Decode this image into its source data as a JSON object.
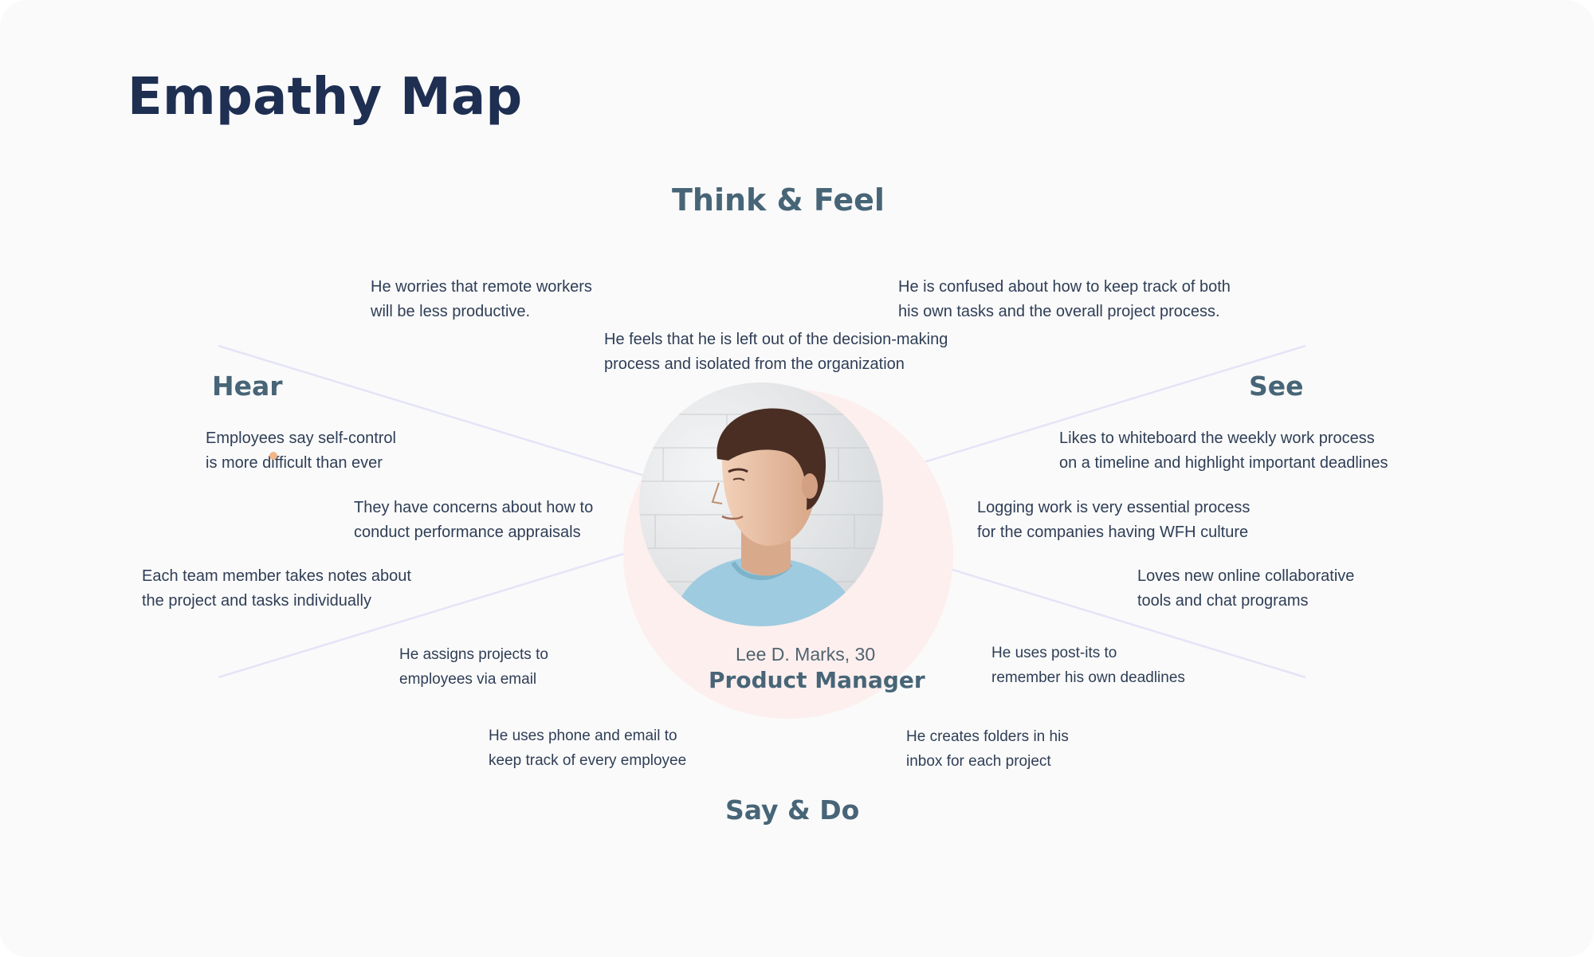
{
  "title": "Empathy Map",
  "sections": {
    "think_feel": "Think & Feel",
    "hear": "Hear",
    "see": "See",
    "say_do": "Say & Do"
  },
  "persona": {
    "name": "Lee D. Marks, 30",
    "role": "Product Manager"
  },
  "notes": {
    "think_feel": [
      "He worries that remote workers\nwill be less productive.",
      "He is confused about how to keep track of both\nhis own tasks and the overall project process.",
      "He feels that he is left out of the decision-making\nprocess and isolated from the organization"
    ],
    "hear": [
      "Employees say self-control\nis more difficult than ever",
      "They have concerns about how to\nconduct performance appraisals",
      "Each team member takes notes about\nthe project and tasks individually"
    ],
    "see": [
      "Likes to whiteboard the weekly work process\non a timeline and highlight important deadlines",
      "Logging work is very essential process\nfor the companies having WFH culture",
      "Loves new online collaborative\ntools and chat programs"
    ],
    "say_do": [
      "He assigns projects to\nemployees via email",
      "He uses post-its to\nremember his own deadlines",
      "He uses phone and email to\nkeep track of every employee",
      "He creates folders in his\ninbox for each project"
    ]
  },
  "colors": {
    "title": "#1e2f52",
    "section": "#476577",
    "note": "#2f3e56",
    "divider": "#e4e4f7",
    "halo": "#fcefee",
    "accent_dot": "#f3b58a"
  }
}
